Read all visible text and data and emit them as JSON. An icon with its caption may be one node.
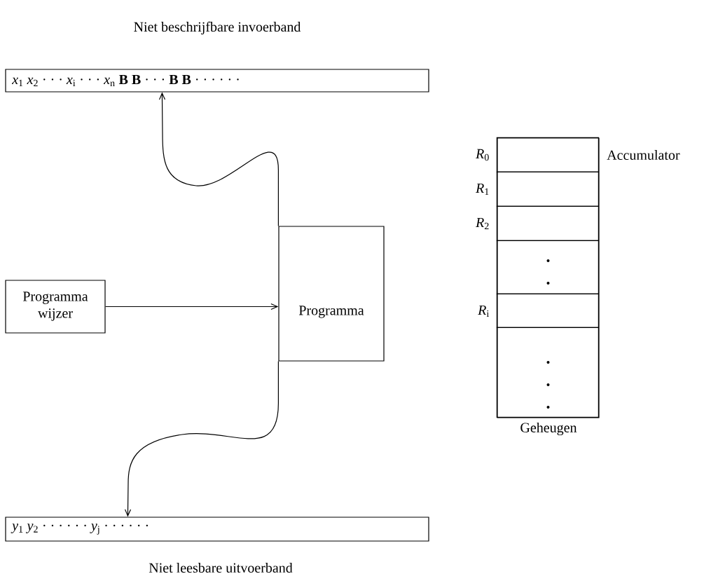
{
  "diagram": {
    "nodes": [
      {
        "text": [
          "Niet beschrijfbare invoerband",
          "*x*$_{1}$ *x*$_{2}$  · · ·  *x*$_{i}$  · · ·  *x*$_{n}$ **B** **B**  · · ·  **B** **B**  · · ·   · · ·"
        ]
      },
      {
        "text": [
          "Programma"
        ]
      },
      {
        "text": [
          "Programma wijzer"
        ]
      },
      {
        "text": [
          "*y*$_{1}$ *y*$_{2}$  · · ·   · · ·  *y*$_{j}$  · · ·   · · ·",
          "Niet leesbare uitvoerband"
        ]
      },
      {
        "text": [
          "Geheugen"
        ]
      },
      {
        "text": [],
        "shape": "box",
        "in": 4,
        "beside": [
          "*R*$_{0}$",
          "Accumulator"
        ]
      },
      {
        "text": [],
        "shape": "box",
        "in": 4,
        "beside": [
          "*R*$_{1}$"
        ]
      },
      {
        "text": [],
        "shape": "box",
        "in": 4,
        "beside": [
          "*R*$_{2}$"
        ]
      },
      {
        "text": [],
        "shape": "box",
        "in": 4
      },
      {
        "text": [],
        "shape": "box",
        "in": 4,
        "beside": [
          "*R*$_{i}$"
        ]
      },
      {
        "text": [],
        "shape": "box",
        "in": 4
      }
    ],
    "edges": [
      {
        "from": 1,
        "to": 0,
        "arrow": "to"
      },
      {
        "from": 2,
        "to": 1,
        "arrow": "to"
      },
      {
        "from": 1,
        "to": 3,
        "arrow": "to"
      }
    ]
  }
}
